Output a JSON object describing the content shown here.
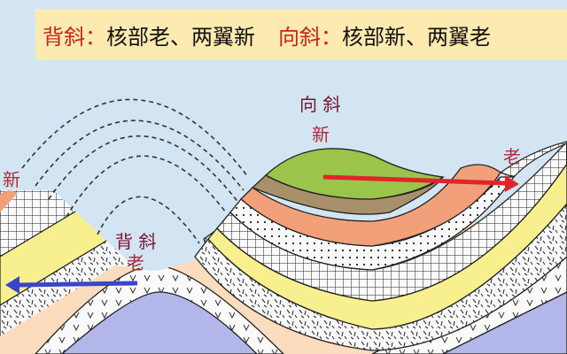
{
  "banner": {
    "anticline_term": "背斜",
    "anticline_colon": "：",
    "anticline_desc": "核部老、两翼新",
    "syncline_term": "向斜",
    "syncline_colon": "：",
    "syncline_desc": "核部新、两翼老"
  },
  "labels": {
    "left_new": "新",
    "anticline_title": "背 斜",
    "anticline_core": "老",
    "syncline_title": "向 斜",
    "syncline_core": "新",
    "right_old": "老"
  },
  "arrows": {
    "anticline_arrow": {
      "color": "#3a46c8",
      "direction": "left",
      "meaning": "老→新"
    },
    "syncline_arrow": {
      "color": "#e0242a",
      "direction": "right",
      "meaning": "新→老"
    }
  },
  "colors": {
    "sky": "#d3e5f3",
    "banner_bg": "#fdeab0",
    "term_red": "#c8261c",
    "label_red": "#b0283a",
    "layer_green": "#9bc54a",
    "layer_brown": "#a8906a",
    "layer_salmon": "#f2a07a",
    "layer_yellow": "#f8f08e",
    "layer_peach": "#fbdcbc",
    "layer_core_blue": "#b3b6e8"
  }
}
